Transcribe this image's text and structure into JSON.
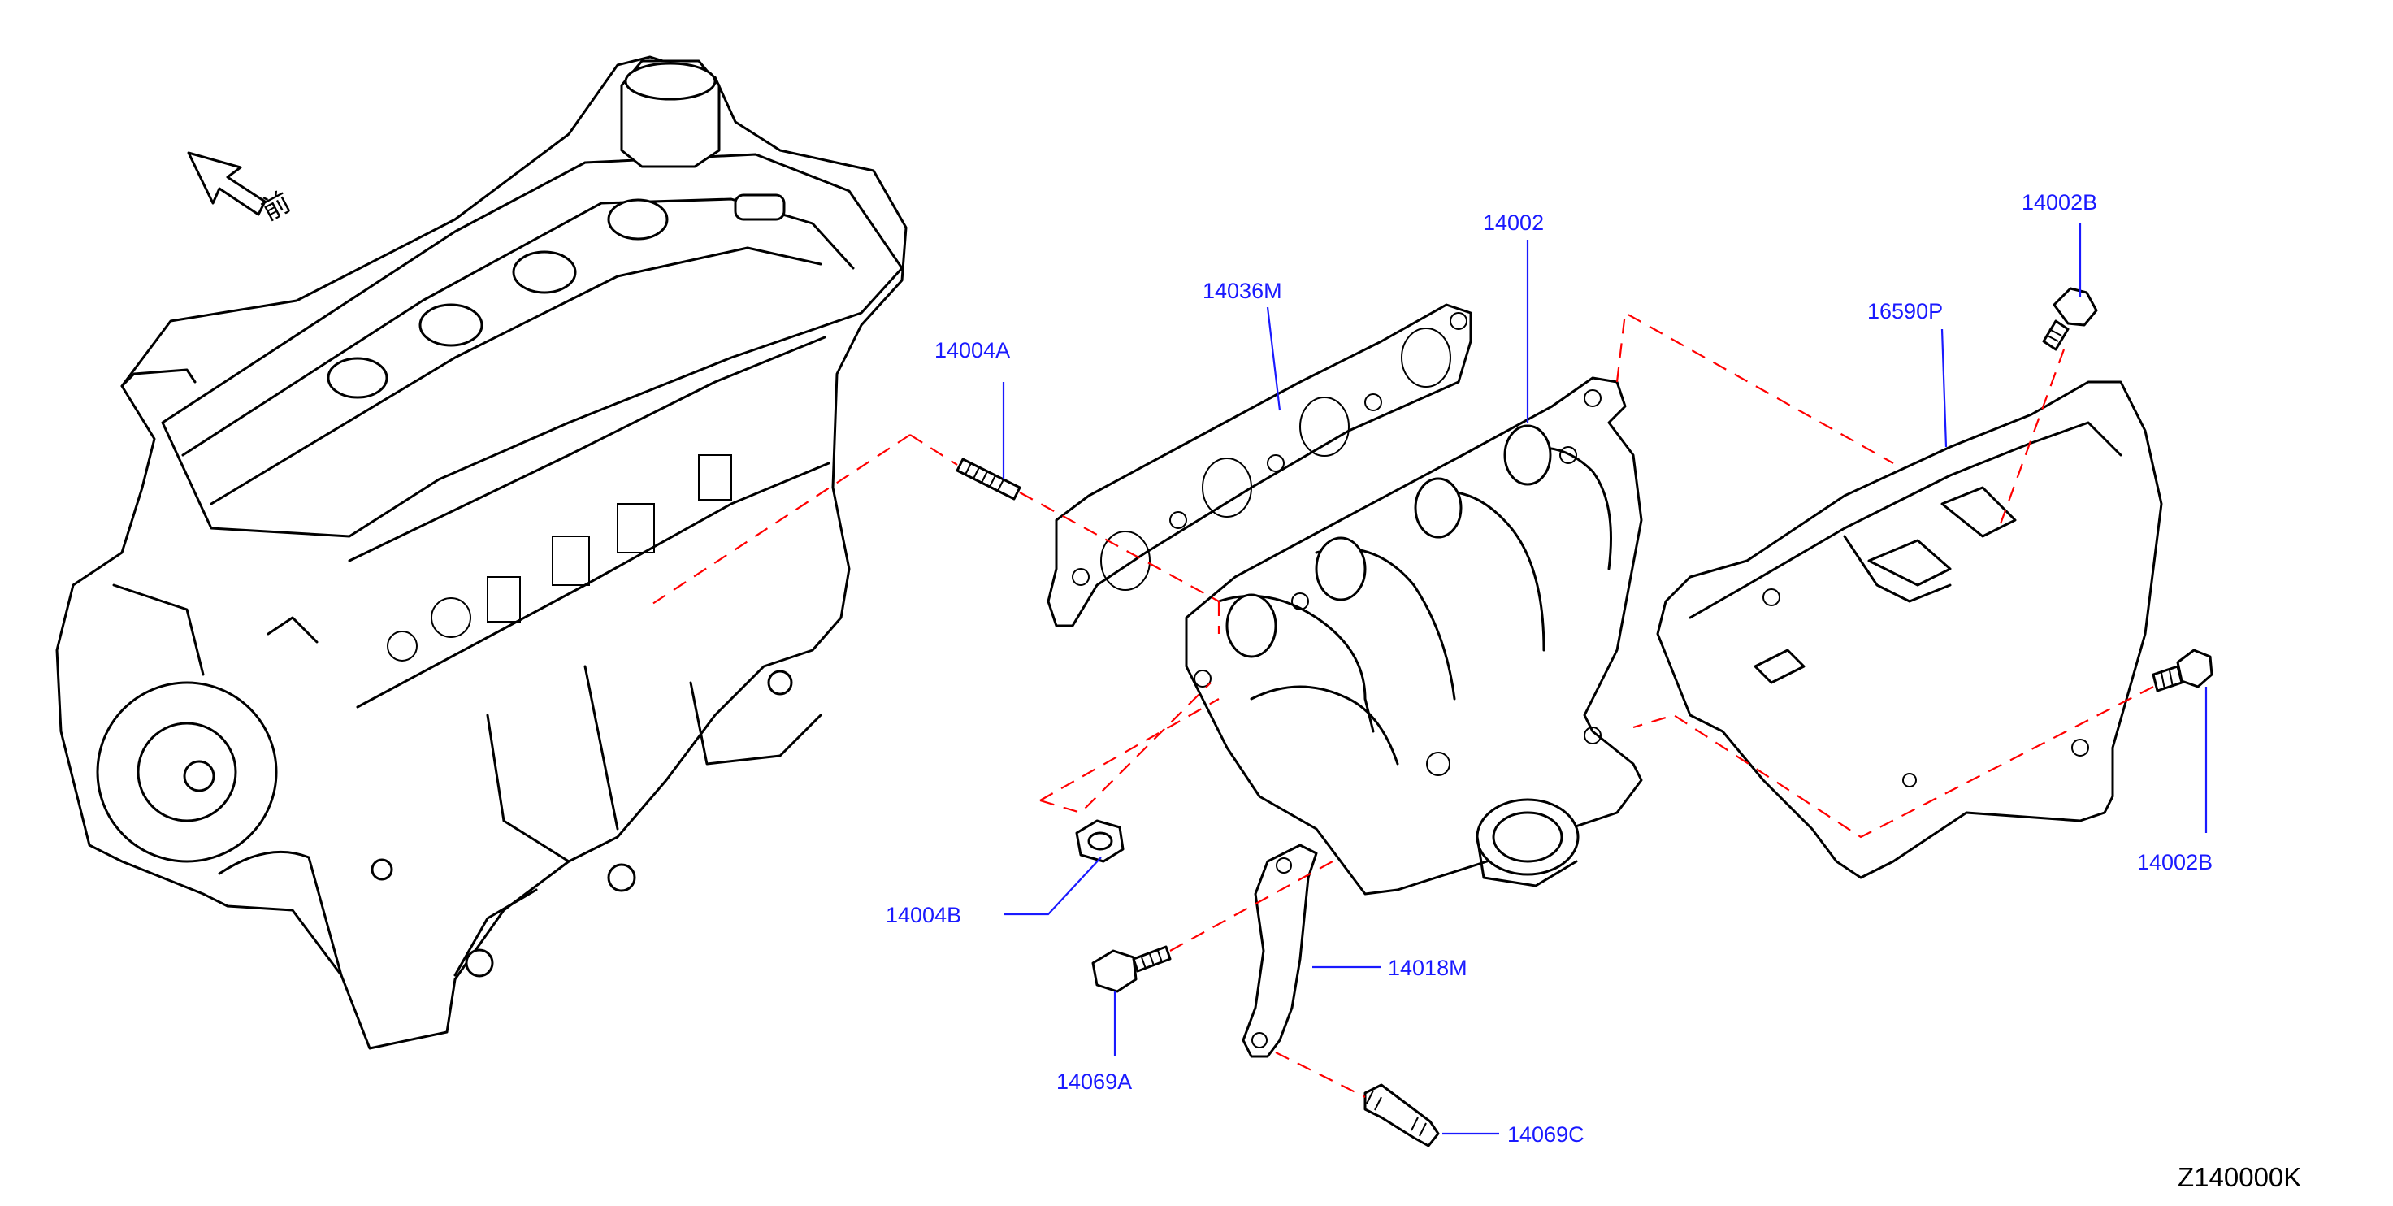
{
  "diagram": {
    "ref_code": "Z140000K",
    "front_mark": "前",
    "colors": {
      "label": "#1a1aff",
      "leader": "#1a1aff",
      "dashed_guide": "#ff0000",
      "line_art": "#000000"
    },
    "parts": [
      {
        "id": "p-14004A",
        "number": "14004A"
      },
      {
        "id": "p-14036M",
        "number": "14036M"
      },
      {
        "id": "p-14002",
        "number": "14002"
      },
      {
        "id": "p-14002B-top",
        "number": "14002B"
      },
      {
        "id": "p-16590P",
        "number": "16590P"
      },
      {
        "id": "p-14002B-right",
        "number": "14002B"
      },
      {
        "id": "p-14004B",
        "number": "14004B"
      },
      {
        "id": "p-14018M",
        "number": "14018M"
      },
      {
        "id": "p-14069A",
        "number": "14069A"
      },
      {
        "id": "p-14069C",
        "number": "14069C"
      }
    ]
  }
}
